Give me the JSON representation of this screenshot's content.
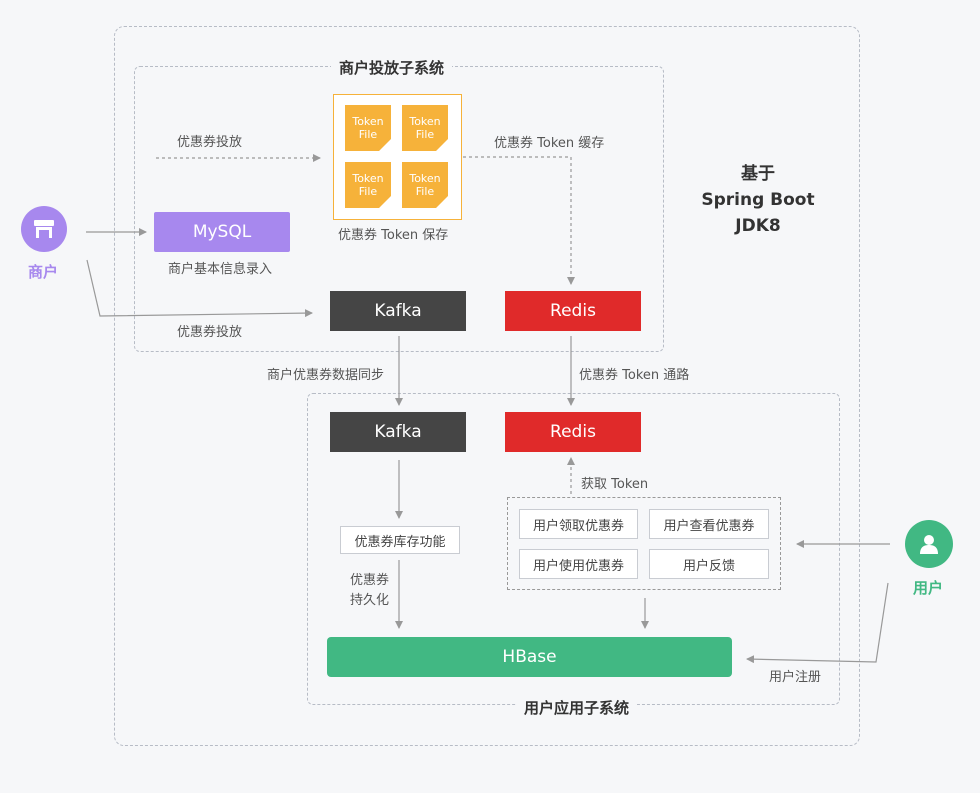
{
  "colors": {
    "background": "#f6f7f9",
    "dark_node": "#454545",
    "redis": "#e02a2a",
    "mysql": "#a788ee",
    "hbase": "#41b883",
    "token_file": "#f6b23a",
    "merchant_icon": "#a788ee",
    "user_icon": "#41b883",
    "arrow": "#999999"
  },
  "merchant_system": {
    "title": "商户投放子系统",
    "token_files": [
      "Token File",
      "Token File",
      "Token File",
      "Token File"
    ],
    "token_store_label": "优惠券 Token 保存",
    "coupon_issue_label_top": "优惠券投放",
    "token_cache_label": "优惠券 Token 缓存",
    "mysql_label": "MySQL",
    "merchant_info_label": "商户基本信息录入",
    "coupon_issue_label_bottom": "优惠券投放",
    "kafka_label": "Kafka",
    "redis_label": "Redis"
  },
  "platform": {
    "line1": "基于",
    "line2": "Spring Boot",
    "line3": "JDK8"
  },
  "merchant": {
    "icon": "store-icon",
    "label": "商户"
  },
  "user": {
    "icon": "user-icon",
    "label": "用户"
  },
  "links": {
    "sync_label": "商户优惠券数据同步",
    "token_channel_label": "优惠券 Token 通路",
    "get_token_label": "获取 Token",
    "persist_label_line1": "优惠券",
    "persist_label_line2": "持久化",
    "register_label": "用户注册"
  },
  "user_system": {
    "title": "用户应用子系统",
    "kafka_label": "Kafka",
    "redis_label": "Redis",
    "inventory_label": "优惠券库存功能",
    "functions": [
      "用户领取优惠券",
      "用户查看优惠券",
      "用户使用优惠券",
      "用户反馈"
    ],
    "hbase_label": "HBase"
  }
}
